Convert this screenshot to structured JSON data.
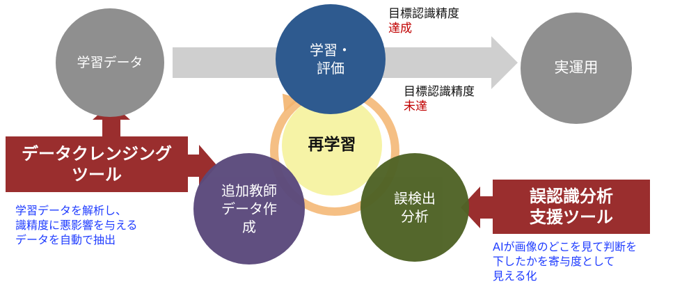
{
  "nodes": {
    "data": "学習データ",
    "learn_line1": "学習・",
    "learn_line2": "評価",
    "real": "実運用",
    "relearn": "再学習",
    "add_line1": "追加教師",
    "add_line2": "データ作",
    "add_line3": "成",
    "err_line1": "誤検出",
    "err_line2": "分析"
  },
  "labels": {
    "achieved_title": "目標認識精度",
    "achieved_status": "達成",
    "not_achieved_title": "目標認識精度",
    "not_achieved_status": "未達"
  },
  "tools": {
    "cleansing_line1": "データクレンジング",
    "cleansing_line2": "ツール",
    "cleansing_note_1": "学習データを解析し、",
    "cleansing_note_2": "識精度に悪影響を与える",
    "cleansing_note_3": "データを自動で抽出",
    "misrec_line1": "誤認識分析",
    "misrec_line2": "支援ツール",
    "misrec_note_1": "AIが画像のどこを見て判断を",
    "misrec_note_2": "下したかを寄与度として",
    "misrec_note_3": "見える化"
  },
  "colors": {
    "gray_node": "#8f8f8f",
    "learn_node": "#2e5a8f",
    "relearn_node": "#f6f3a6",
    "add_node": "#5b4a7c",
    "err_node": "#4f6326",
    "tool_box": "#9a2e2e",
    "ring": "#f3b46e",
    "status_red": "#c00000",
    "note_blue": "#1f3cff",
    "big_arrow": "#cfcfcf"
  }
}
